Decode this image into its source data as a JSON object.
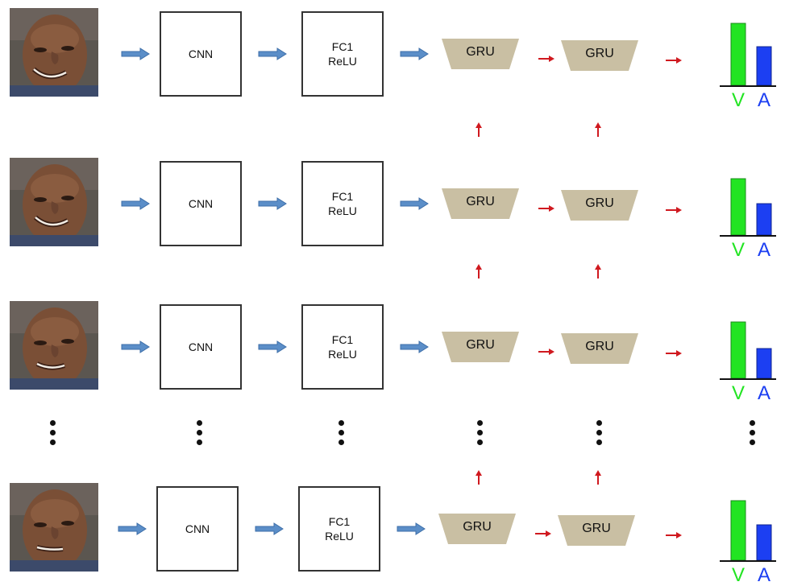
{
  "diagram": {
    "rows": [
      {
        "cnn_label": "CNN",
        "fc_line1": "FC1",
        "fc_line2": "ReLU",
        "gru1_label": "GRU",
        "gru2_label": "GRU",
        "v_label": "V",
        "a_label": "A",
        "v_level": 0.88,
        "a_level": 0.55
      },
      {
        "cnn_label": "CNN",
        "fc_line1": "FC1",
        "fc_line2": "ReLU",
        "gru1_label": "GRU",
        "gru2_label": "GRU",
        "v_label": "V",
        "a_label": "A",
        "v_level": 0.8,
        "a_level": 0.44
      },
      {
        "cnn_label": "CNN",
        "fc_line1": "FC1",
        "fc_line2": "ReLU",
        "gru1_label": "GRU",
        "gru2_label": "GRU",
        "v_label": "V",
        "a_label": "A",
        "v_level": 0.8,
        "a_level": 0.42
      },
      {
        "cnn_label": "CNN",
        "fc_line1": "FC1",
        "fc_line2": "ReLU",
        "gru1_label": "GRU",
        "gru2_label": "GRU",
        "v_label": "V",
        "a_label": "A",
        "v_level": 0.84,
        "a_level": 0.5
      }
    ],
    "colors": {
      "arrow_blue": "#5b8ec8",
      "arrow_red": "#d0191f",
      "gru_fill": "#c9bfa3",
      "valence": "#22e422",
      "arousal": "#1c3ff2",
      "box_border": "#333333"
    }
  }
}
